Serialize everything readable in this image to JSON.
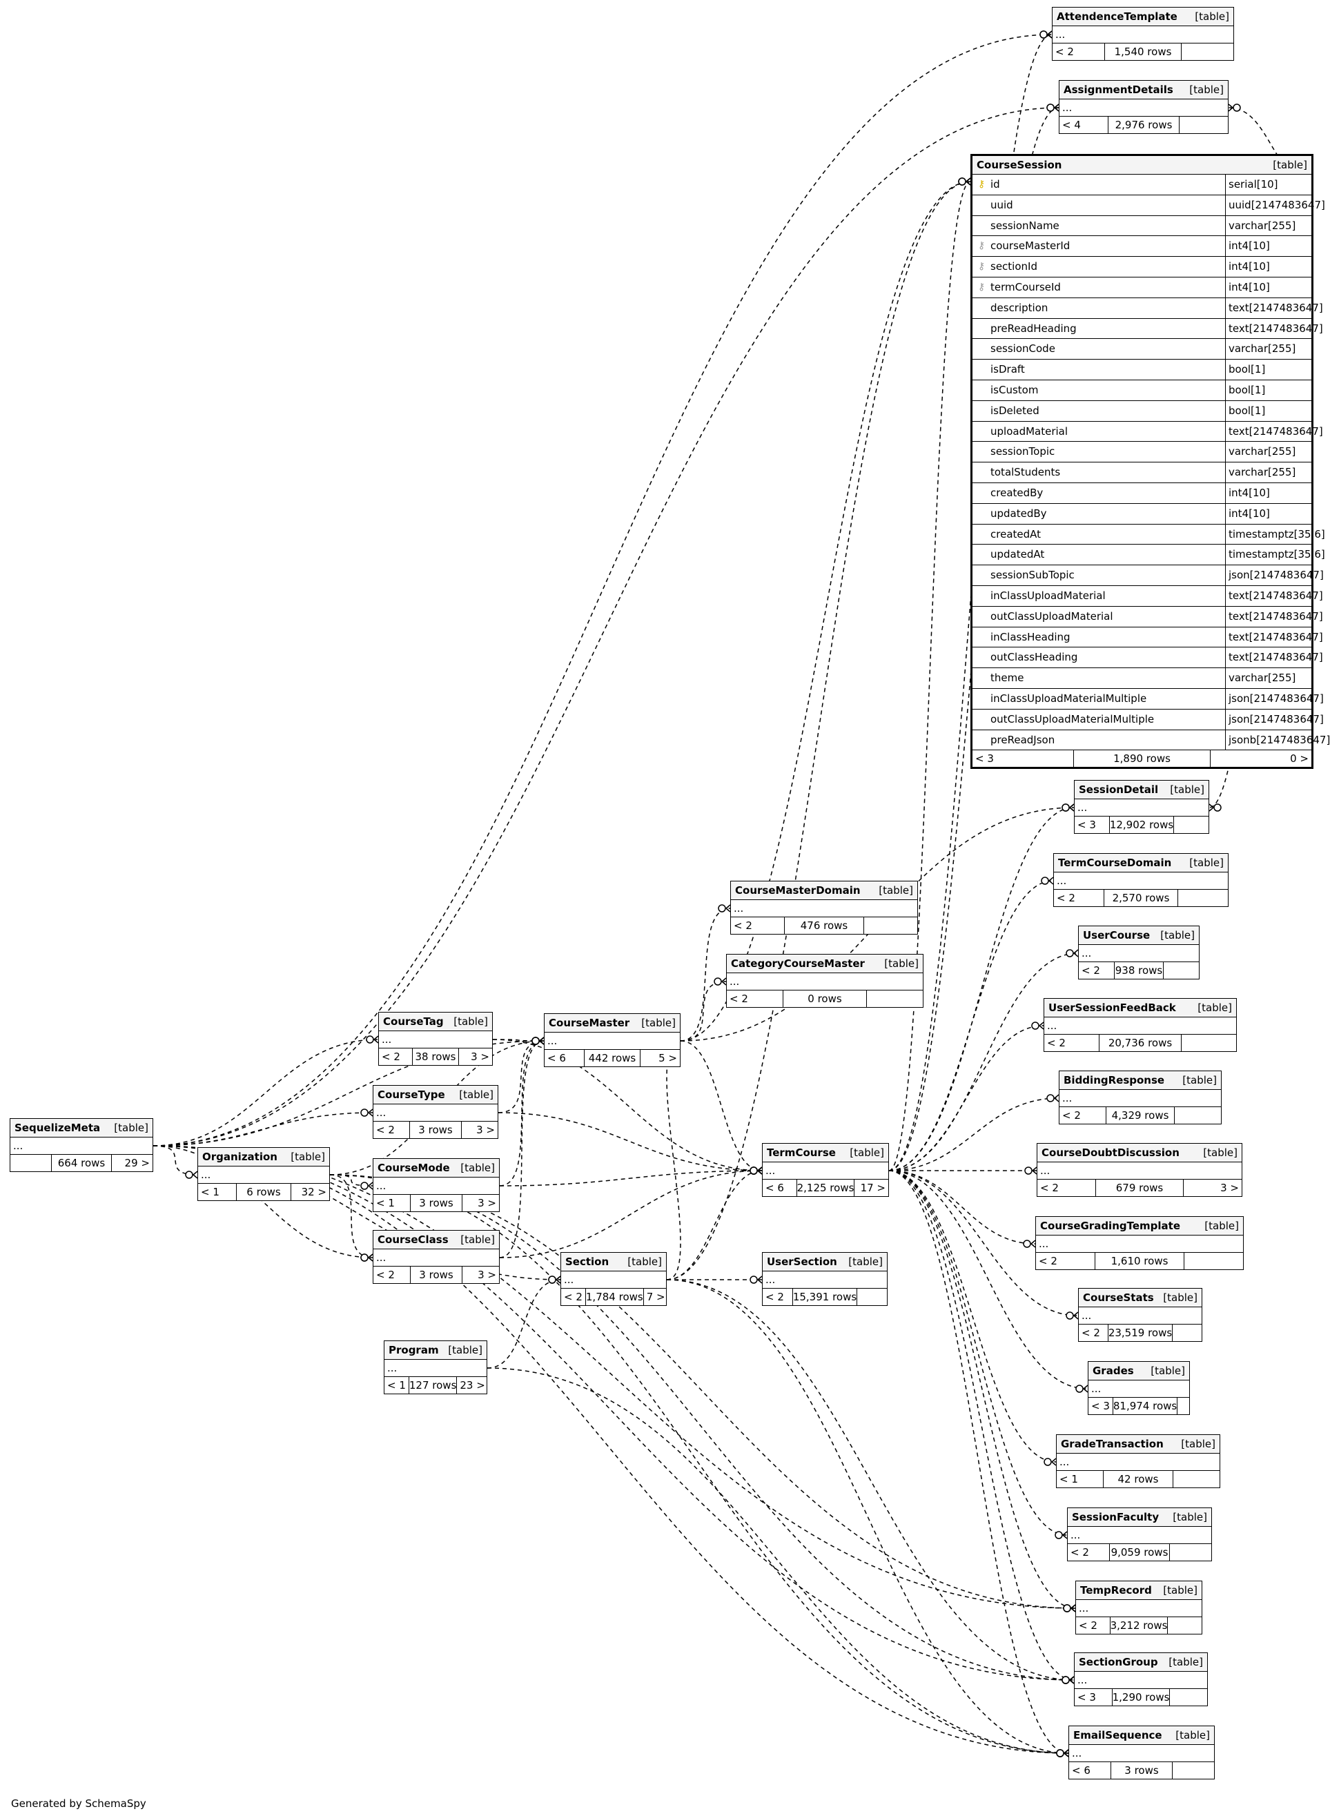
{
  "footer": "Generated by SchemaSpy",
  "tag": "[table]",
  "tables": [
    {
      "id": "AttendenceTemplate",
      "name": "AttendenceTemplate",
      "cols": "...",
      "parents": "< 2",
      "rows": "1,540 rows",
      "children": ""
    },
    {
      "id": "AssignmentDetails",
      "name": "AssignmentDetails",
      "cols": "...",
      "parents": "< 4",
      "rows": "2,976 rows",
      "children": ""
    },
    {
      "id": "SessionDetail",
      "name": "SessionDetail",
      "cols": "...",
      "parents": "< 3",
      "rows": "12,902 rows",
      "children": ""
    },
    {
      "id": "TermCourseDomain",
      "name": "TermCourseDomain",
      "cols": "...",
      "parents": "< 2",
      "rows": "2,570 rows",
      "children": ""
    },
    {
      "id": "CourseMasterDomain",
      "name": "CourseMasterDomain",
      "cols": "...",
      "parents": "< 2",
      "rows": "476 rows",
      "children": ""
    },
    {
      "id": "UserCourse",
      "name": "UserCourse",
      "cols": "...",
      "parents": "< 2",
      "rows": "938 rows",
      "children": ""
    },
    {
      "id": "CategoryCourseMaster",
      "name": "CategoryCourseMaster",
      "cols": "...",
      "parents": "< 2",
      "rows": "0 rows",
      "children": ""
    },
    {
      "id": "UserSessionFeedBack",
      "name": "UserSessionFeedBack",
      "cols": "...",
      "parents": "< 2",
      "rows": "20,736 rows",
      "children": ""
    },
    {
      "id": "CourseTag",
      "name": "CourseTag",
      "cols": "...",
      "parents": "< 2",
      "rows": "38 rows",
      "children": "3 >"
    },
    {
      "id": "CourseMaster",
      "name": "CourseMaster",
      "cols": "...",
      "parents": "< 6",
      "rows": "442 rows",
      "children": "5 >"
    },
    {
      "id": "BiddingResponse",
      "name": "BiddingResponse",
      "cols": "...",
      "parents": "< 2",
      "rows": "4,329 rows",
      "children": ""
    },
    {
      "id": "CourseType",
      "name": "CourseType",
      "cols": "...",
      "parents": "< 2",
      "rows": "3 rows",
      "children": "3 >"
    },
    {
      "id": "SequelizeMeta",
      "name": "SequelizeMeta",
      "cols": "...",
      "parents": "",
      "rows": "664 rows",
      "children": "29 >"
    },
    {
      "id": "Organization",
      "name": "Organization",
      "cols": "...",
      "parents": "< 1",
      "rows": "6 rows",
      "children": "32 >"
    },
    {
      "id": "TermCourse",
      "name": "TermCourse",
      "cols": "...",
      "parents": "< 6",
      "rows": "2,125 rows",
      "children": "17 >"
    },
    {
      "id": "CourseDoubtDiscussion",
      "name": "CourseDoubtDiscussion",
      "cols": "...",
      "parents": "< 2",
      "rows": "679 rows",
      "children": "3 >"
    },
    {
      "id": "CourseMode",
      "name": "CourseMode",
      "cols": "...",
      "parents": "< 1",
      "rows": "3 rows",
      "children": "3 >"
    },
    {
      "id": "CourseGradingTemplate",
      "name": "CourseGradingTemplate",
      "cols": "...",
      "parents": "< 2",
      "rows": "1,610 rows",
      "children": ""
    },
    {
      "id": "CourseClass",
      "name": "CourseClass",
      "cols": "...",
      "parents": "< 2",
      "rows": "3 rows",
      "children": "3 >"
    },
    {
      "id": "Section",
      "name": "Section",
      "cols": "...",
      "parents": "< 2",
      "rows": "1,784 rows",
      "children": "7 >"
    },
    {
      "id": "UserSection",
      "name": "UserSection",
      "cols": "...",
      "parents": "< 2",
      "rows": "15,391 rows",
      "children": ""
    },
    {
      "id": "CourseStats",
      "name": "CourseStats",
      "cols": "...",
      "parents": "< 2",
      "rows": "23,519 rows",
      "children": ""
    },
    {
      "id": "Program",
      "name": "Program",
      "cols": "...",
      "parents": "< 1",
      "rows": "127 rows",
      "children": "23 >"
    },
    {
      "id": "Grades",
      "name": "Grades",
      "cols": "...",
      "parents": "< 3",
      "rows": "81,974 rows",
      "children": ""
    },
    {
      "id": "GradeTransaction",
      "name": "GradeTransaction",
      "cols": "...",
      "parents": "< 1",
      "rows": "42 rows",
      "children": ""
    },
    {
      "id": "SessionFaculty",
      "name": "SessionFaculty",
      "cols": "...",
      "parents": "< 2",
      "rows": "9,059 rows",
      "children": ""
    },
    {
      "id": "TempRecord",
      "name": "TempRecord",
      "cols": "...",
      "parents": "< 2",
      "rows": "3,212 rows",
      "children": ""
    },
    {
      "id": "SectionGroup",
      "name": "SectionGroup",
      "cols": "...",
      "parents": "< 3",
      "rows": "1,290 rows",
      "children": ""
    },
    {
      "id": "EmailSequence",
      "name": "EmailSequence",
      "cols": "...",
      "parents": "< 6",
      "rows": "3 rows",
      "children": ""
    }
  ],
  "course_session": {
    "name": "CourseSession",
    "parents": "< 3",
    "rows": "1,890 rows",
    "children": "0 >",
    "columns": [
      {
        "name": "id",
        "type": "serial[10]",
        "key": "pk"
      },
      {
        "name": "uuid",
        "type": "uuid[2147483647]",
        "key": ""
      },
      {
        "name": "sessionName",
        "type": "varchar[255]",
        "key": ""
      },
      {
        "name": "courseMasterId",
        "type": "int4[10]",
        "key": "fk"
      },
      {
        "name": "sectionId",
        "type": "int4[10]",
        "key": "fk"
      },
      {
        "name": "termCourseId",
        "type": "int4[10]",
        "key": "fk"
      },
      {
        "name": "description",
        "type": "text[2147483647]",
        "key": ""
      },
      {
        "name": "preReadHeading",
        "type": "text[2147483647]",
        "key": ""
      },
      {
        "name": "sessionCode",
        "type": "varchar[255]",
        "key": ""
      },
      {
        "name": "isDraft",
        "type": "bool[1]",
        "key": ""
      },
      {
        "name": "isCustom",
        "type": "bool[1]",
        "key": ""
      },
      {
        "name": "isDeleted",
        "type": "bool[1]",
        "key": ""
      },
      {
        "name": "uploadMaterial",
        "type": "text[2147483647]",
        "key": ""
      },
      {
        "name": "sessionTopic",
        "type": "varchar[255]",
        "key": ""
      },
      {
        "name": "totalStudents",
        "type": "varchar[255]",
        "key": ""
      },
      {
        "name": "createdBy",
        "type": "int4[10]",
        "key": ""
      },
      {
        "name": "updatedBy",
        "type": "int4[10]",
        "key": ""
      },
      {
        "name": "createdAt",
        "type": "timestamptz[35,6]",
        "key": ""
      },
      {
        "name": "updatedAt",
        "type": "timestamptz[35,6]",
        "key": ""
      },
      {
        "name": "sessionSubTopic",
        "type": "json[2147483647]",
        "key": ""
      },
      {
        "name": "inClassUploadMaterial",
        "type": "text[2147483647]",
        "key": ""
      },
      {
        "name": "outClassUploadMaterial",
        "type": "text[2147483647]",
        "key": ""
      },
      {
        "name": "inClassHeading",
        "type": "text[2147483647]",
        "key": ""
      },
      {
        "name": "outClassHeading",
        "type": "text[2147483647]",
        "key": ""
      },
      {
        "name": "theme",
        "type": "varchar[255]",
        "key": ""
      },
      {
        "name": "inClassUploadMaterialMultiple",
        "type": "json[2147483647]",
        "key": ""
      },
      {
        "name": "outClassUploadMaterialMultiple",
        "type": "json[2147483647]",
        "key": ""
      },
      {
        "name": "preReadJson",
        "type": "jsonb[2147483647]",
        "key": ""
      }
    ]
  },
  "relationships": [
    [
      "SequelizeMeta",
      "AttendenceTemplate"
    ],
    [
      "SequelizeMeta",
      "AssignmentDetails"
    ],
    [
      "SequelizeMeta",
      "CourseMaster"
    ],
    [
      "SequelizeMeta",
      "CourseTag"
    ],
    [
      "SequelizeMeta",
      "CourseType"
    ],
    [
      "SequelizeMeta",
      "Organization"
    ],
    [
      "SequelizeMeta",
      "CourseClass"
    ],
    [
      "SequelizeMeta",
      "Section"
    ],
    [
      "SequelizeMeta",
      "EmailSequence"
    ],
    [
      "SequelizeMeta",
      "SectionGroup"
    ],
    [
      "SequelizeMeta",
      "TempRecord"
    ],
    [
      "Organization",
      "CourseMode"
    ],
    [
      "Organization",
      "CourseMaster"
    ],
    [
      "Organization",
      "CourseClass"
    ],
    [
      "Organization",
      "EmailSequence"
    ],
    [
      "Organization",
      "SectionGroup"
    ],
    [
      "Organization",
      "TempRecord"
    ],
    [
      "CourseTag",
      "CourseMaster"
    ],
    [
      "CourseTag",
      "TermCourse"
    ],
    [
      "CourseType",
      "CourseMaster"
    ],
    [
      "CourseType",
      "TermCourse"
    ],
    [
      "CourseMode",
      "CourseMaster"
    ],
    [
      "CourseMode",
      "TermCourse"
    ],
    [
      "CourseClass",
      "CourseMaster"
    ],
    [
      "CourseClass",
      "TermCourse"
    ],
    [
      "CourseMaster",
      "CourseMasterDomain"
    ],
    [
      "CourseMaster",
      "CategoryCourseMaster"
    ],
    [
      "CourseMaster",
      "CourseSession"
    ],
    [
      "CourseMaster",
      "TermCourse"
    ],
    [
      "CourseMaster",
      "SessionDetail"
    ],
    [
      "Section",
      "CourseSession"
    ],
    [
      "Section",
      "UserSection"
    ],
    [
      "Section",
      "CourseMaster"
    ],
    [
      "Section",
      "TermCourse"
    ],
    [
      "Section",
      "SectionGroup"
    ],
    [
      "Section",
      "EmailSequence"
    ],
    [
      "Program",
      "Section"
    ],
    [
      "Program",
      "EmailSequence"
    ],
    [
      "TermCourse",
      "CourseSession"
    ],
    [
      "TermCourse",
      "AttendenceTemplate"
    ],
    [
      "TermCourse",
      "AssignmentDetails"
    ],
    [
      "TermCourse",
      "SessionDetail"
    ],
    [
      "TermCourse",
      "TermCourseDomain"
    ],
    [
      "TermCourse",
      "UserCourse"
    ],
    [
      "TermCourse",
      "UserSessionFeedBack"
    ],
    [
      "TermCourse",
      "BiddingResponse"
    ],
    [
      "TermCourse",
      "CourseDoubtDiscussion"
    ],
    [
      "TermCourse",
      "CourseGradingTemplate"
    ],
    [
      "TermCourse",
      "CourseStats"
    ],
    [
      "TermCourse",
      "Grades"
    ],
    [
      "TermCourse",
      "GradeTransaction"
    ],
    [
      "TermCourse",
      "SessionFaculty"
    ],
    [
      "TermCourse",
      "TempRecord"
    ],
    [
      "TermCourse",
      "SectionGroup"
    ],
    [
      "TermCourse",
      "EmailSequence"
    ],
    [
      "CourseSession",
      "AssignmentDetails"
    ],
    [
      "CourseSession",
      "SessionDetail"
    ]
  ]
}
